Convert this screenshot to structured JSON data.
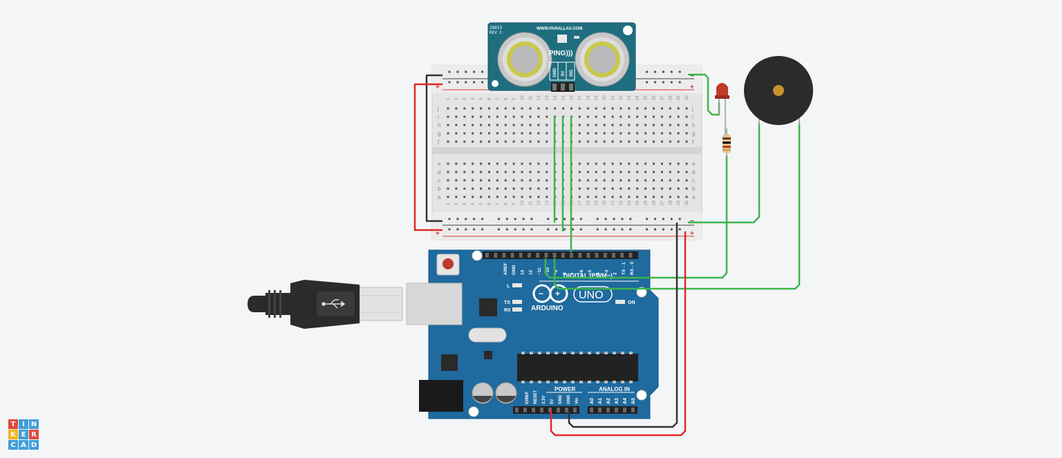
{
  "sensor": {
    "part_no": "28015",
    "rev": "REV C",
    "url": "WWW.PARALLAX.COM",
    "name": "PING)))",
    "pins": [
      "GND",
      "5V",
      "SIG"
    ]
  },
  "breadboard": {
    "row_letters_top": [
      "j",
      "i",
      "h",
      "g",
      "f"
    ],
    "row_letters_bottom": [
      "e",
      "d",
      "c",
      "b",
      "a"
    ],
    "plus": "+",
    "minus": "−"
  },
  "arduino": {
    "brand": "ARDUINO",
    "model": "UNO",
    "digital_header": "DIGITAL (PWM~)",
    "power_header": "POWER",
    "analog_header": "ANALOG IN",
    "top_pins": [
      "AREF",
      "GND",
      "13",
      "12",
      "~11",
      "~10",
      "~9",
      "8",
      "7",
      "~6",
      "~5",
      "4",
      "~3",
      "2",
      "TX→1",
      "RX←0"
    ],
    "power_pins": [
      "IOREF",
      "RESET",
      "3.3V",
      "5V",
      "GND",
      "GND",
      "Vin"
    ],
    "analog_pins": [
      "A0",
      "A1",
      "A2",
      "A3",
      "A4",
      "A5"
    ],
    "led_labels": [
      "L",
      "TX",
      "RX"
    ],
    "on_label": "ON"
  },
  "app_logo": {
    "letters": [
      "T",
      "I",
      "N",
      "K",
      "E",
      "R",
      "C",
      "A",
      "D"
    ]
  },
  "colors": {
    "wire_green": "#3db54a",
    "wire_red": "#e02a23",
    "wire_black": "#333333",
    "board_blue": "#1f6a9e",
    "sensor_teal": "#1e6e80"
  }
}
